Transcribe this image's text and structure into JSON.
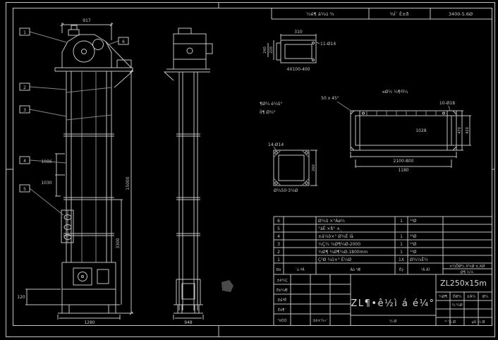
{
  "header_strip": {
    "left": "½ê¶ á¼ú ¾",
    "mid": "¾Î¨ Ê±ð",
    "right": "3400-5.6Ø"
  },
  "front_view": {
    "dim_width_top": "917",
    "dim_height_total": "15000",
    "dim_height_lower": "3300",
    "dim_left_upper": "1086",
    "dim_left_lower": "1030",
    "dim_boot_width": "1280",
    "dim_boot_side": "120",
    "balloons": [
      "1",
      "2",
      "3",
      "4",
      "5",
      "6"
    ]
  },
  "side_view": {
    "dim_base_width": "948"
  },
  "detail_a": {
    "dim_width": "310",
    "holes": "11-Ø14",
    "pitch": "4X100-400",
    "dim_left_outer": "240",
    "dim_left_inner": "220",
    "note1": "¶Ø¼ é¼û°",
    "note2": "ÍÌ¶ Ø¼°"
  },
  "detail_b": {
    "chamfer": "50 x 45°",
    "note": "¤Ø½ ¼¶ºÌ¼",
    "holes": "10-Ø18",
    "dim_inner": "1028",
    "dim_total": "2100-800",
    "dim_mid": "1180",
    "dim_height_outer": "470",
    "dim_height_inner": "420"
  },
  "detail_c": {
    "holes": "14-Ø14",
    "dim_side": "260",
    "note": "Ø¼50·3¼Ø"
  },
  "bom": {
    "header": {
      "no": "Ðò",
      "code": "´ú ºÅ",
      "name": "Ãû ³Æ",
      "qty": "Êý",
      "mat": "²Ä ÁÏ",
      "weight": "×¼ÖØ¼ X¼Ø ±,XØ",
      "note": "Ø¶ ¼¼"
    },
    "rows": [
      {
        "no": "6",
        "name": "Ø¼û ×°Áø¼",
        "qty": "1",
        "mat": "¹²Ø"
      },
      {
        "no": "5",
        "name": "°áÊ ×ß° ±¸",
        "qty": "",
        "mat": ""
      },
      {
        "no": "4",
        "name": "±ä¼ô×° Ø¼Ê Ìå",
        "qty": "1",
        "mat": "¹²Ø"
      },
      {
        "no": "3",
        "name": "¼Ç¼ ¼Ø¶¼Ø-2000",
        "qty": "1",
        "mat": "¹²Ø"
      },
      {
        "no": "2",
        "name": "¼Ø¶ ¼Ø¶¼Ø-1800mm",
        "qty": "1",
        "mat": "¹²Ø"
      },
      {
        "no": "1",
        "name": "Ç¹Ø ¼û×° Ê¼Ø",
        "qty": "1X",
        "mat": "Ø¼¼Ê½"
      }
    ]
  },
  "title_block": {
    "model": "ZL250x15m",
    "big_title": "ZL¶•ê½ì á é¼°",
    "bottom_note": "¼  Ø",
    "left_rows": [
      "±ê¼Ç",
      "Éè¼Æ",
      "Ð£ºË",
      "Éó¶¨",
      "¹¤ÒÕ"
    ],
    "left_extra": "±ê×¼»¯",
    "right_r1c1": "¼Ø¶",
    "right_r1c2": "ÖØ¼",
    "right_r1c3": "±À¼",
    "right_r1c4": "Ø¼",
    "right_scale": "¼:¼Ø",
    "right_sheets": "¹² ¼ Ø",
    "right_sheet_no": "µÚ ¼ Ø"
  }
}
